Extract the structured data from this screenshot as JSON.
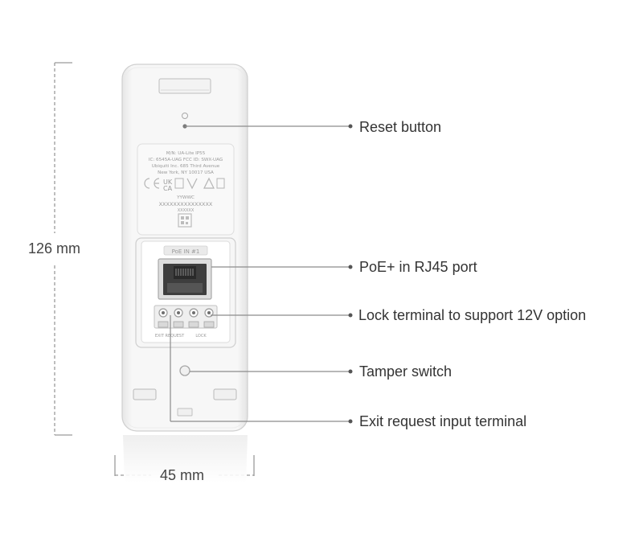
{
  "dimensions": {
    "height": "126 mm",
    "width": "45 mm"
  },
  "callouts": {
    "reset": "Reset button",
    "poe": "PoE+ in RJ45 port",
    "lock": "Lock terminal to support 12V option",
    "tamper": "Tamper switch",
    "exit": "Exit request input terminal"
  },
  "label_plate": {
    "line1": "M/N: UA-Lite   IP55",
    "line2": "IC: 6545A-UAG   FCC ID: SWX-UAG",
    "line3": "Ubiquiti Inc. 685 Third Avenue",
    "line4": "New York, NY 10017 USA",
    "date_code": "YYWWC",
    "serial": "XXXXXXXXXXXXXXX",
    "serial_short": "XXXXXX"
  },
  "port_panel": {
    "port_label": "PoE IN #1",
    "exit_request_label": "EXIT REQUEST",
    "lock_label": "LOCK"
  },
  "icon_names": [
    "reset-hole-icon",
    "rj45-port-icon",
    "qr-code-icon",
    "tamper-switch-icon"
  ]
}
